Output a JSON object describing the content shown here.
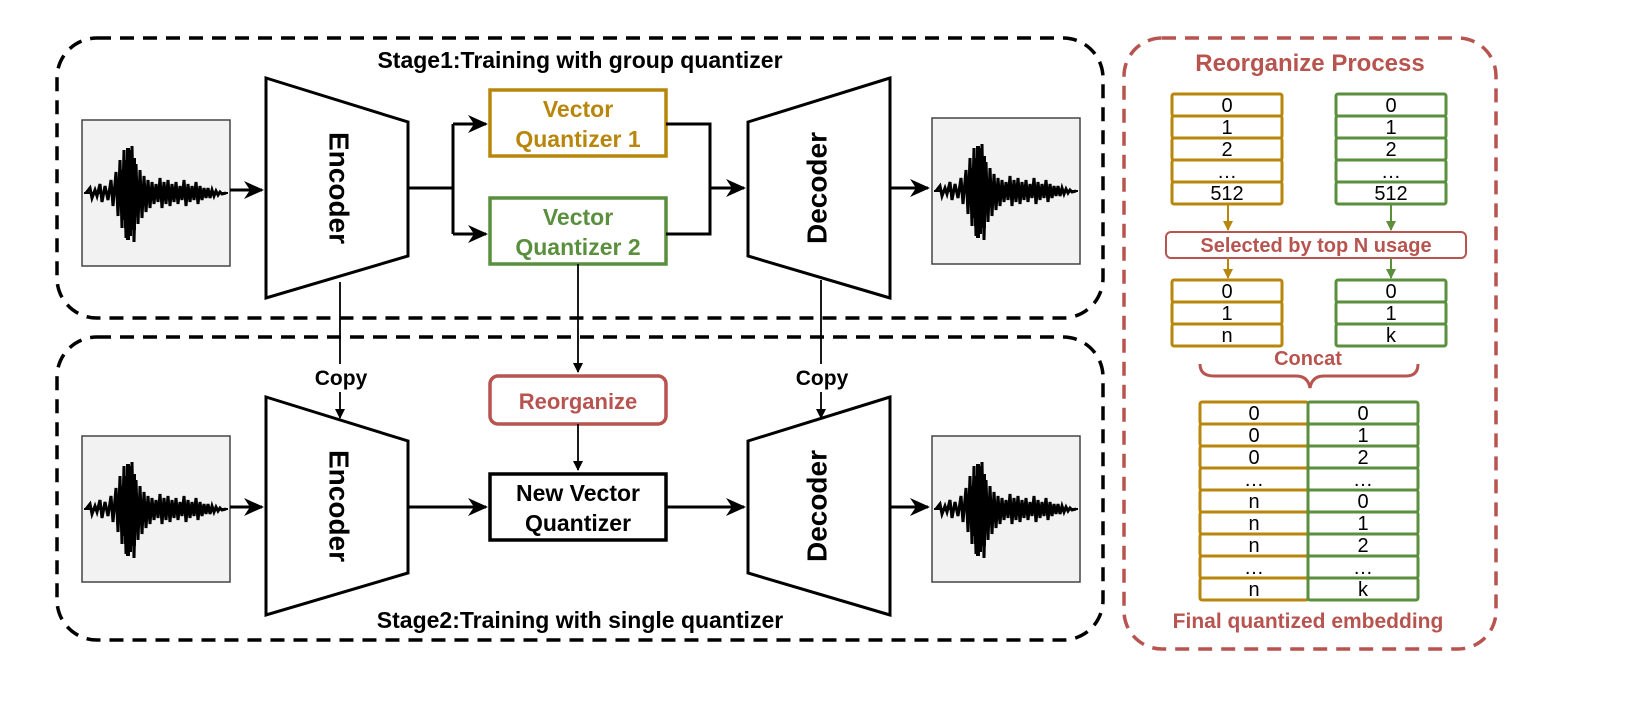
{
  "colors": {
    "gold": "#b8860b",
    "green": "#5a8f3e",
    "red": "#b85450",
    "black": "#000000",
    "wave_bg": "#f2f2f2"
  },
  "stage1": {
    "title": "Stage1:Training with group quantizer",
    "encoder": "Encoder",
    "decoder": "Decoder",
    "vq1": [
      "Vector",
      "Quantizer 1"
    ],
    "vq2": [
      "Vector",
      "Quantizer 2"
    ]
  },
  "stage2": {
    "title": "Stage2:Training with single quantizer",
    "encoder": "Encoder",
    "decoder": "Decoder",
    "reorganize": "Reorganize",
    "new_vq": [
      "New Vector",
      "Quantizer"
    ]
  },
  "copy_labels": [
    "Copy",
    "Copy"
  ],
  "reorg_panel": {
    "title": "Reorganize Process",
    "codebook1": [
      "0",
      "1",
      "2",
      "…",
      "512"
    ],
    "codebook2": [
      "0",
      "1",
      "2",
      "…",
      "512"
    ],
    "selected_label": "Selected by top N usage",
    "selected1": [
      "0",
      "1",
      "n"
    ],
    "selected2": [
      "0",
      "1",
      "k"
    ],
    "concat_label": "Concat",
    "final_left": [
      "0",
      "0",
      "0",
      "…",
      "n",
      "n",
      "n",
      "…",
      "n"
    ],
    "final_right": [
      "0",
      "1",
      "2",
      "…",
      "0",
      "1",
      "2",
      "…",
      "k"
    ],
    "final_label": "Final quantized embedding"
  }
}
